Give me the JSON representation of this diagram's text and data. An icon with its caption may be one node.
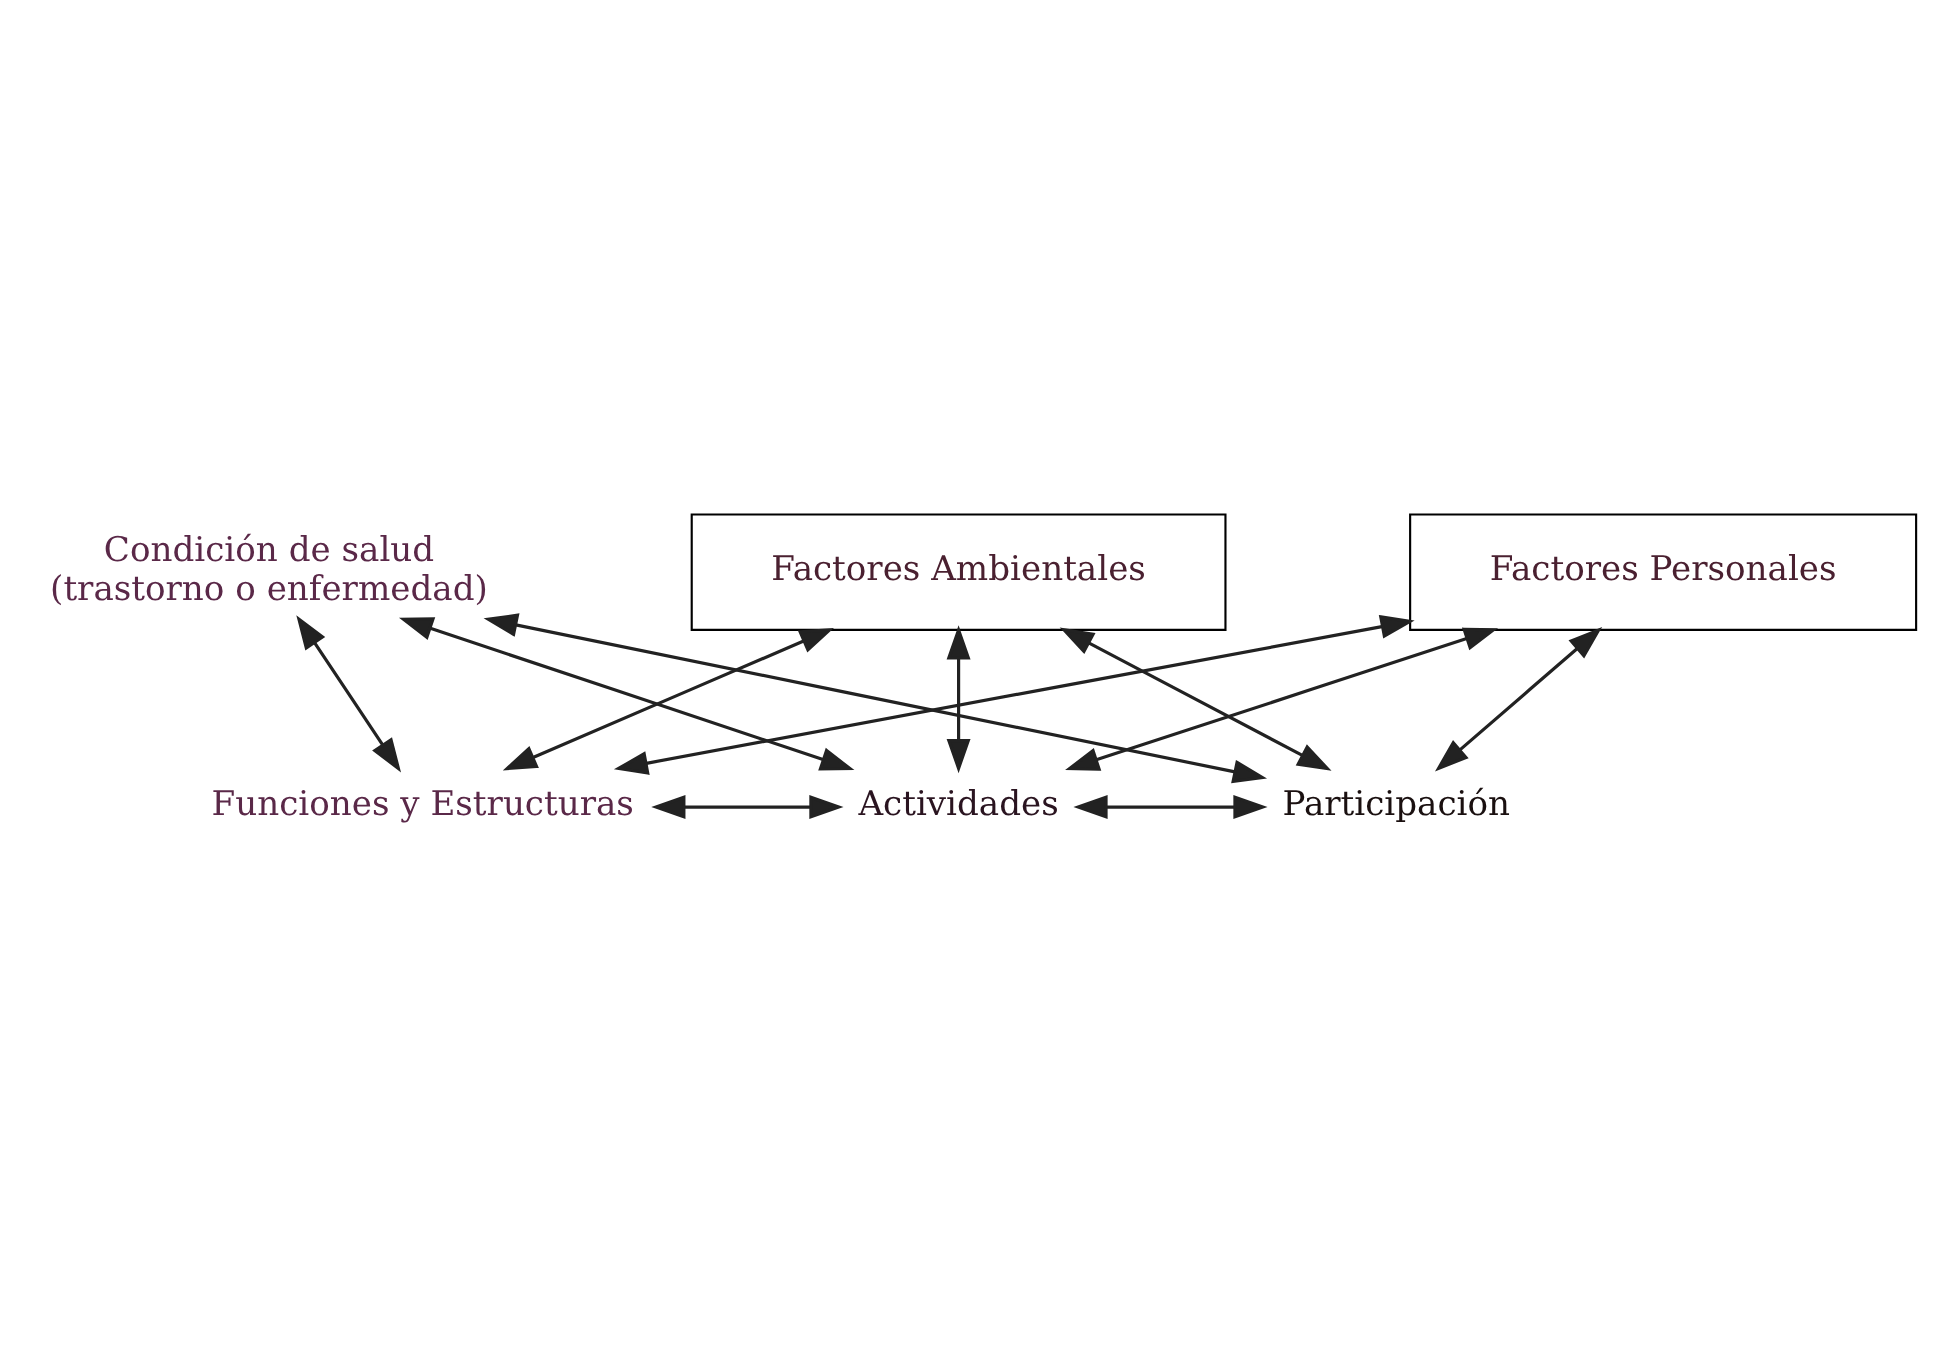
{
  "diagram": {
    "nodes": [
      {
        "text": [
          "Condición de salud",
          "(trastorno o enfermedad)"
        ]
      },
      {
        "text": [
          "Funciones y Estructuras"
        ]
      },
      {
        "text": [
          "Actividades"
        ]
      },
      {
        "text": [
          "Participación"
        ]
      },
      {
        "text": [
          "Factores Ambientales"
        ]
      },
      {
        "text": [
          "Factores Personales"
        ]
      }
    ],
    "edges": [
      {
        "from": 0,
        "to": 1,
        "arrow": "both"
      },
      {
        "from": 0,
        "to": 2,
        "arrow": "both"
      },
      {
        "from": 0,
        "to": 3,
        "arrow": "both"
      },
      {
        "from": 1,
        "to": 2,
        "arrow": "both"
      },
      {
        "from": 2,
        "to": 3,
        "arrow": "both"
      },
      {
        "from": 4,
        "to": 1,
        "arrow": "both"
      },
      {
        "from": 4,
        "to": 2,
        "arrow": "both"
      },
      {
        "from": 4,
        "to": 3,
        "arrow": "both"
      },
      {
        "from": 5,
        "to": 1,
        "arrow": "both"
      },
      {
        "from": 5,
        "to": 2,
        "arrow": "both"
      },
      {
        "from": 5,
        "to": 3,
        "arrow": "both"
      }
    ]
  }
}
